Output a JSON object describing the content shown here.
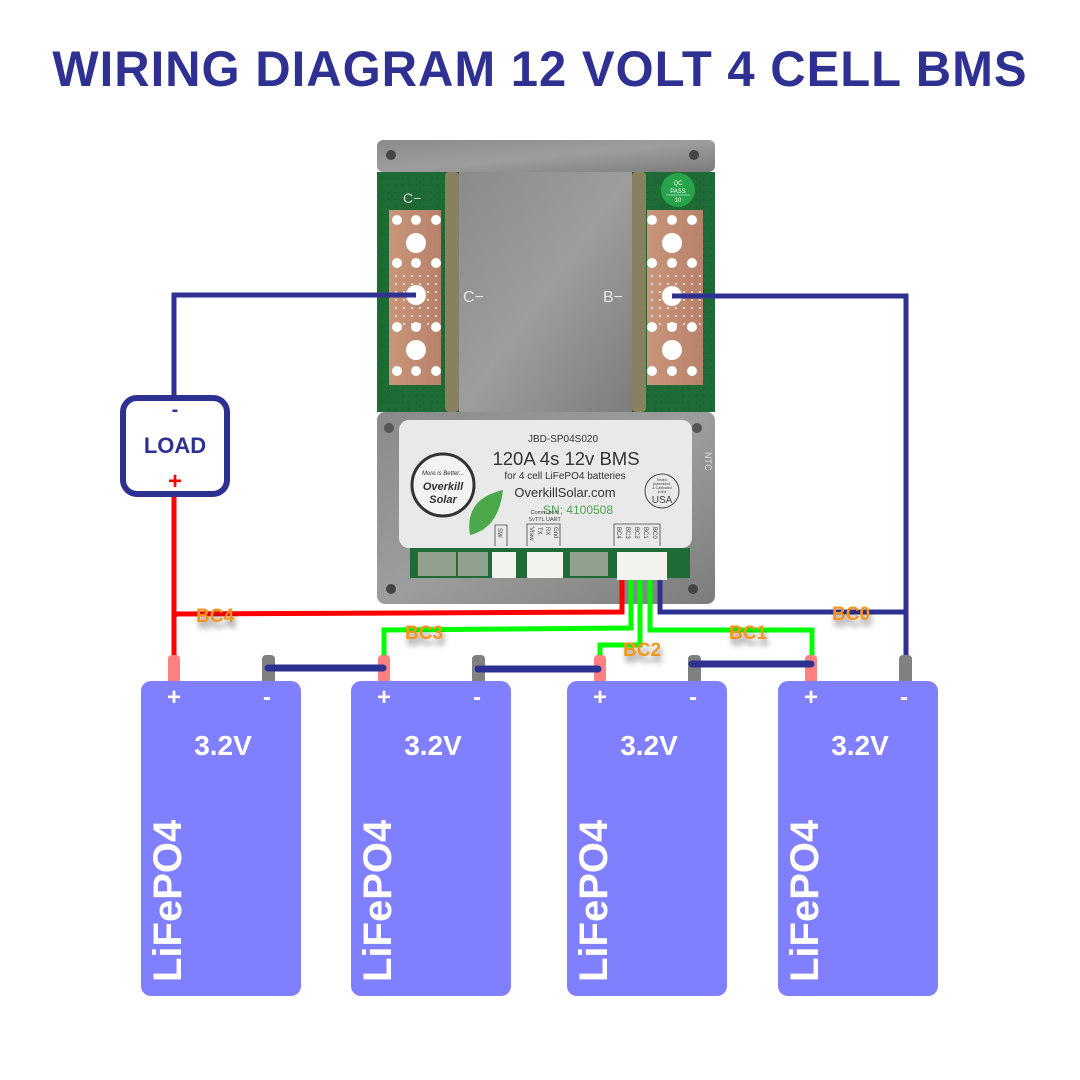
{
  "title": "WIRING DIAGRAM 12 VOLT 4 CELL BMS",
  "colors": {
    "title": "#2e3192",
    "negative_wire": "#2e3192",
    "positive_wire": "#ff0000",
    "balance_wire": "#00ff00",
    "bc_label": "#f7941d",
    "cell_body": "#8080ff",
    "cell_pos_terminal": "#ff8080",
    "cell_neg_terminal": "#808080"
  },
  "load": {
    "label": "LOAD",
    "neg_symbol": "-",
    "pos_symbol": "+"
  },
  "bms": {
    "terminal_c_label": "C−",
    "terminal_c_label_small": "C−",
    "terminal_b_label": "B−",
    "qc_sticker": [
      "QC",
      "PASS",
      "10"
    ],
    "ntc_label": "NTC",
    "label": {
      "model": "JBD-SP04S020",
      "headline": "120A 4s 12v BMS",
      "subtitle": "for 4 cell LiFePO4 batteries",
      "website": "OverkillSolar.com",
      "serial": "SN: 4100508",
      "logo_tagline": "More is Better...",
      "logo_line1": "Overkill",
      "logo_line2": "Solar",
      "usa_badge": [
        "Tested,",
        "Assembled,",
        "& Calibrated",
        "in the",
        "USA"
      ],
      "comm_port_title": "Comm port:",
      "comm_port_sub": "5vTTL UART",
      "sw_label": "SW",
      "uart_pins": [
        "Vraw",
        "TX",
        "RX",
        "Gnd"
      ],
      "balance_pins": [
        "BC4",
        "BC3",
        "BC2",
        "BC1",
        "BC0"
      ]
    }
  },
  "wire_labels": [
    "BC4",
    "BC3",
    "BC2",
    "BC1",
    "BC0"
  ],
  "cells": [
    {
      "pos": "+",
      "neg": "-",
      "voltage": "3.2V",
      "chemistry": "LiFePO4"
    },
    {
      "pos": "+",
      "neg": "-",
      "voltage": "3.2V",
      "chemistry": "LiFePO4"
    },
    {
      "pos": "+",
      "neg": "-",
      "voltage": "3.2V",
      "chemistry": "LiFePO4"
    },
    {
      "pos": "+",
      "neg": "-",
      "voltage": "3.2V",
      "chemistry": "LiFePO4"
    }
  ]
}
